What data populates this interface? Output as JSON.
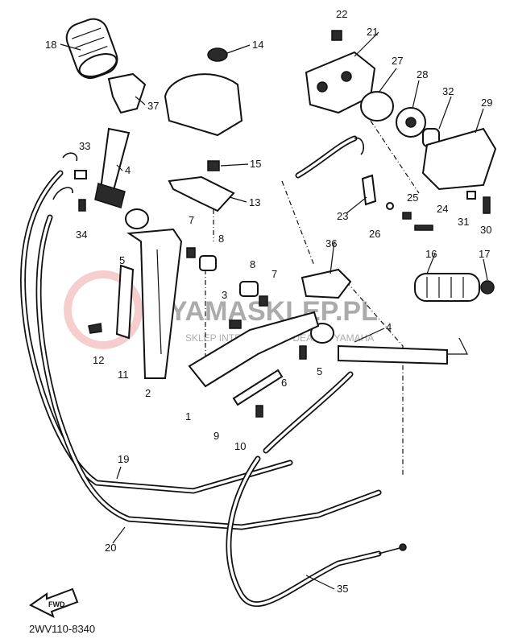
{
  "diagram": {
    "code": "2WV110-8340",
    "fwd_label": "FWD",
    "watermark_line1": "YAMASKLEP.PL",
    "watermark_line2": "SKLEP INTERNETOWY DEALER YAMAHA",
    "callouts": {
      "c1": "1",
      "c2": "2",
      "c3": "3",
      "c4a": "4",
      "c4b": "4",
      "c5a": "5",
      "c5b": "5",
      "c6": "6",
      "c7a": "7",
      "c7b": "7",
      "c8a": "8",
      "c8b": "8",
      "c9": "9",
      "c10": "10",
      "c11": "11",
      "c12": "12",
      "c13": "13",
      "c14": "14",
      "c15": "15",
      "c16": "16",
      "c17": "17",
      "c18": "18",
      "c19": "19",
      "c20": "20",
      "c21": "21",
      "c22": "22",
      "c23": "23",
      "c24": "24",
      "c25": "25",
      "c26": "26",
      "c27": "27",
      "c28": "28",
      "c29": "29",
      "c30": "30",
      "c31": "31",
      "c32": "32",
      "c33": "33",
      "c34": "34",
      "c35": "35",
      "c36": "36",
      "c37": "37"
    }
  }
}
